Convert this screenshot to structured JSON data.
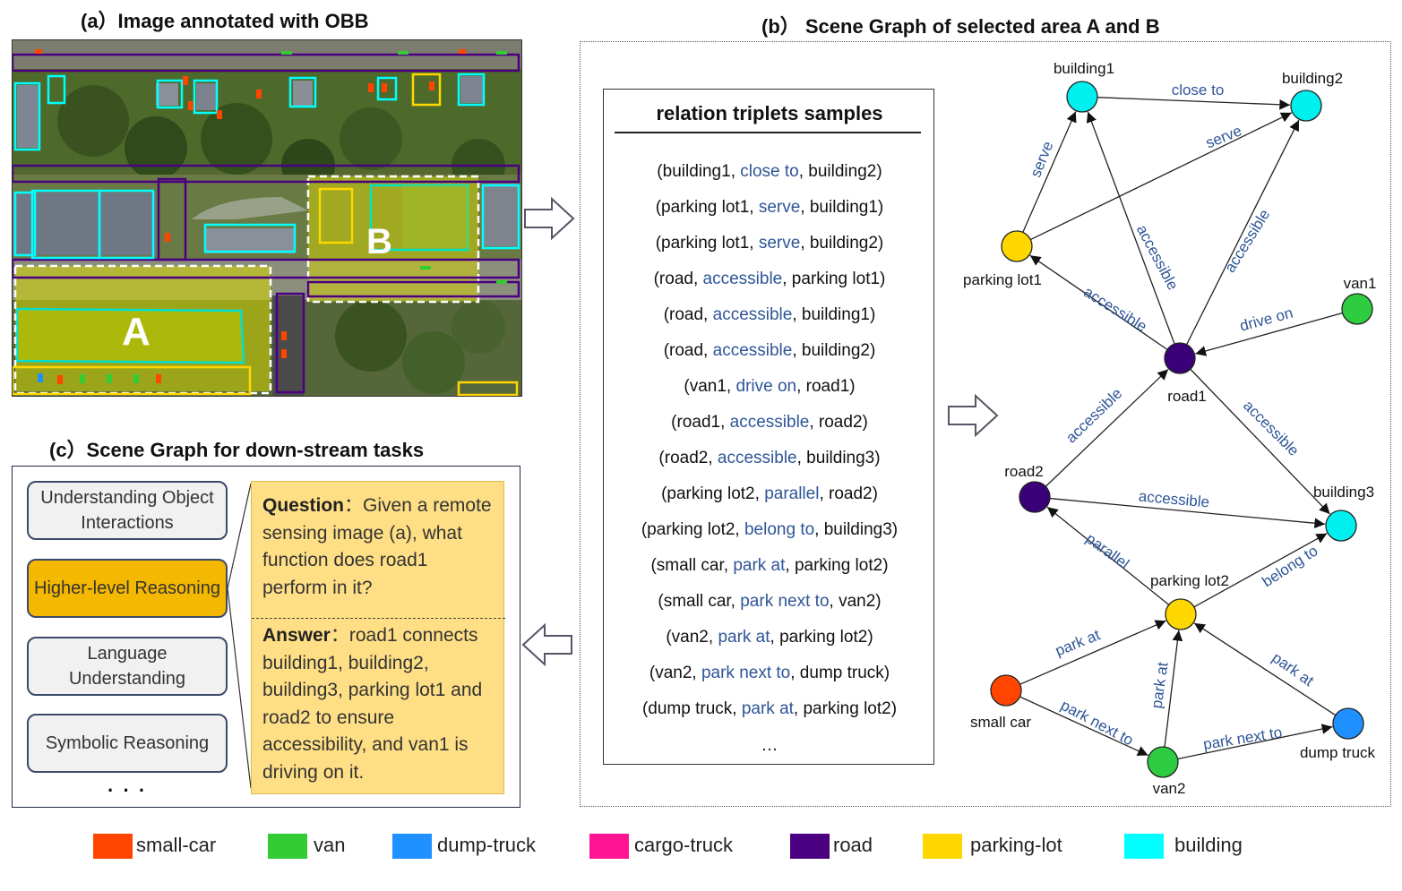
{
  "panel_a": {
    "title": "(a）Image annotated with OBB",
    "label_a": "A",
    "label_b": "B"
  },
  "panel_b": {
    "title": "(b） Scene Graph of selected area A and B"
  },
  "panel_c": {
    "title": "(c）Scene Graph for down-stream tasks"
  },
  "triplets": {
    "title": "relation triplets samples",
    "ellipsis": "…",
    "rows": [
      {
        "pre": "(building1, ",
        "rel": "close to",
        "post": ", building2)"
      },
      {
        "pre": "(parking lot1, ",
        "rel": "serve",
        "post": ", building1)"
      },
      {
        "pre": "(parking lot1, ",
        "rel": "serve",
        "post": ", building2)"
      },
      {
        "pre": "(road, ",
        "rel": "accessible",
        "post": ", parking lot1)"
      },
      {
        "pre": "(road, ",
        "rel": "accessible",
        "post": ", building1)"
      },
      {
        "pre": "(road, ",
        "rel": "accessible",
        "post": ", building2)"
      },
      {
        "pre": "(van1, ",
        "rel": "drive on",
        "post": ", road1)"
      },
      {
        "pre": "(road1, ",
        "rel": "accessible",
        "post": ", road2)"
      },
      {
        "pre": "(road2, ",
        "rel": "accessible",
        "post": ", building3)"
      },
      {
        "pre": "(parking lot2, ",
        "rel": "parallel",
        "post": ", road2)"
      },
      {
        "pre": "(parking lot2, ",
        "rel": "belong to",
        "post": ", building3)"
      },
      {
        "pre": "(small car, ",
        "rel": "park at",
        "post": ", parking lot2)"
      },
      {
        "pre": "(small car, ",
        "rel": "park next to",
        "post": ", van2)"
      },
      {
        "pre": "(van2, ",
        "rel": "park at",
        "post": ", parking lot2)"
      },
      {
        "pre": "(van2, ",
        "rel": "park next to",
        "post": ", dump truck)"
      },
      {
        "pre": "(dump truck, ",
        "rel": "park at",
        "post": ", parking lot2)"
      }
    ]
  },
  "graph": {
    "nodes": [
      {
        "id": "building1",
        "label": "building1",
        "color": "#00f0f0"
      },
      {
        "id": "building2",
        "label": "building2",
        "color": "#00f0f0"
      },
      {
        "id": "parking_lot1",
        "label": "parking lot1",
        "color": "#ffd700"
      },
      {
        "id": "van1",
        "label": "van1",
        "color": "#2ecc40"
      },
      {
        "id": "road1",
        "label": "road1",
        "color": "#3a0078"
      },
      {
        "id": "road2",
        "label": "road2",
        "color": "#3a0078"
      },
      {
        "id": "building3",
        "label": "building3",
        "color": "#00f0f0"
      },
      {
        "id": "parking_lot2",
        "label": "parking lot2",
        "color": "#ffd700"
      },
      {
        "id": "small_car",
        "label": "small car",
        "color": "#ff4500"
      },
      {
        "id": "dump_truck",
        "label": "dump truck",
        "color": "#1e90ff"
      },
      {
        "id": "van2",
        "label": "van2",
        "color": "#2ecc40"
      }
    ],
    "edges": [
      {
        "from": "building1",
        "to": "building2",
        "label": "close to"
      },
      {
        "from": "parking_lot1",
        "to": "building1",
        "label": "serve"
      },
      {
        "from": "parking_lot1",
        "to": "building2",
        "label": "serve"
      },
      {
        "from": "road1",
        "to": "parking_lot1",
        "label": "accessible"
      },
      {
        "from": "road1",
        "to": "building1",
        "label": "accessible"
      },
      {
        "from": "road1",
        "to": "building2",
        "label": "accessible"
      },
      {
        "from": "van1",
        "to": "road1",
        "label": "drive on"
      },
      {
        "from": "road2",
        "to": "road1",
        "label": "accessible"
      },
      {
        "from": "road1",
        "to": "building3",
        "label": "accessible"
      },
      {
        "from": "road2",
        "to": "building3",
        "label": "accessible"
      },
      {
        "from": "parking_lot2",
        "to": "road2",
        "label": "parallel"
      },
      {
        "from": "parking_lot2",
        "to": "building3",
        "label": "belong to"
      },
      {
        "from": "small_car",
        "to": "parking_lot2",
        "label": "park at"
      },
      {
        "from": "van2",
        "to": "parking_lot2",
        "label": "park at"
      },
      {
        "from": "dump_truck",
        "to": "parking_lot2",
        "label": "park at"
      },
      {
        "from": "small_car",
        "to": "van2",
        "label": "park next to"
      },
      {
        "from": "van2",
        "to": "dump_truck",
        "label": "park next to"
      }
    ]
  },
  "tasks": [
    {
      "label": "Understanding Object Interactions",
      "active": false
    },
    {
      "label": "Higher-level Reasoning",
      "active": true
    },
    {
      "label": "Language Understanding",
      "active": false
    },
    {
      "label": "Symbolic Reasoning",
      "active": false
    }
  ],
  "tasks_more": "· · ·",
  "qa": {
    "question_label": "Question",
    "question_text": "：Given a remote sensing image (a), what function does road1 perform in it?",
    "answer_label": "Answer",
    "answer_text": "：road1 connects building1, building2, building3, parking lot1 and road2 to ensure accessibility, and van1 is driving on it."
  },
  "legend": [
    {
      "label": "small-car",
      "color": "#ff4500"
    },
    {
      "label": "van",
      "color": "#33cc33"
    },
    {
      "label": "dump-truck",
      "color": "#1e90ff"
    },
    {
      "label": "cargo-truck",
      "color": "#ff1493"
    },
    {
      "label": "road",
      "color": "#4b0082"
    },
    {
      "label": "parking-lot",
      "color": "#ffd700"
    },
    {
      "label": "building",
      "color": "#00ffff"
    }
  ]
}
